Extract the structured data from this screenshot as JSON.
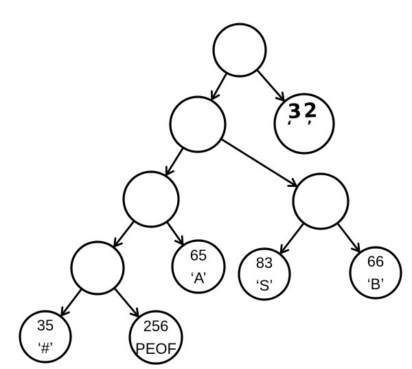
{
  "colors": {
    "background": "#ffffff",
    "stroke": "#000000",
    "text": "#000000"
  },
  "diagram": {
    "type": "binary-tree",
    "description": "Huffman coding tree",
    "nodes": [
      {
        "id": "root",
        "kind": "internal",
        "value": "",
        "char": ""
      },
      {
        "id": "n-left1",
        "kind": "internal",
        "value": "",
        "char": ""
      },
      {
        "id": "n-space",
        "kind": "leaf",
        "value": "32",
        "char": "‘ ’",
        "handwritten": true
      },
      {
        "id": "n-left2",
        "kind": "internal",
        "value": "",
        "char": ""
      },
      {
        "id": "n-right2",
        "kind": "internal",
        "value": "",
        "char": ""
      },
      {
        "id": "n-left3",
        "kind": "internal",
        "value": "",
        "char": ""
      },
      {
        "id": "n-a",
        "kind": "leaf",
        "value": "65",
        "char": "‘A’"
      },
      {
        "id": "n-s",
        "kind": "leaf",
        "value": "83",
        "char": "‘S’"
      },
      {
        "id": "n-b",
        "kind": "leaf",
        "value": "66",
        "char": "‘B’"
      },
      {
        "id": "n-hash",
        "kind": "leaf",
        "value": "35",
        "char": "‘#’"
      },
      {
        "id": "n-peof",
        "kind": "leaf",
        "value": "256",
        "char": "PEOF"
      }
    ],
    "edges": [
      {
        "from": "root",
        "to": "n-left1"
      },
      {
        "from": "root",
        "to": "n-space"
      },
      {
        "from": "n-left1",
        "to": "n-left2"
      },
      {
        "from": "n-left1",
        "to": "n-right2"
      },
      {
        "from": "n-left2",
        "to": "n-left3"
      },
      {
        "from": "n-left2",
        "to": "n-a"
      },
      {
        "from": "n-right2",
        "to": "n-s"
      },
      {
        "from": "n-right2",
        "to": "n-b"
      },
      {
        "from": "n-left3",
        "to": "n-hash"
      },
      {
        "from": "n-left3",
        "to": "n-peof"
      }
    ]
  }
}
